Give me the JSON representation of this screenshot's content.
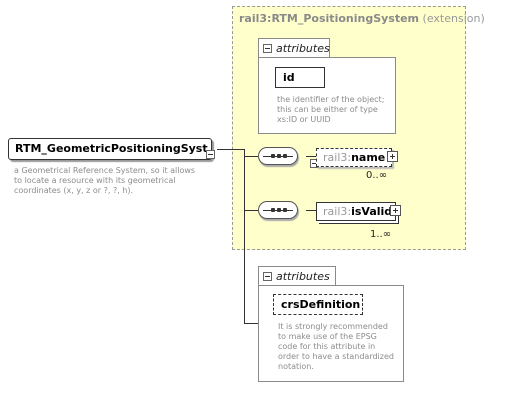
{
  "extension": {
    "title_name": "rail3:RTM_PositioningSystem",
    "title_suffix": "(extension)",
    "attributes_label": "attributes",
    "attribute": {
      "name": "id",
      "description": [
        "the identifier of the object;",
        "this can be either of type",
        "xs:ID or UUID"
      ]
    },
    "elements": [
      {
        "prefix": "rail3:",
        "name": "name",
        "cardinality": "0..∞",
        "optional": true
      },
      {
        "prefix": "rail3:",
        "name": "isValid",
        "cardinality": "1..∞",
        "optional": false
      }
    ]
  },
  "root": {
    "name": "RTM_GeometricPositioningSyst...",
    "description": [
      "a Geometrical Reference System, so it allows",
      "to locate a resource with its geometrical",
      "coordinates (x, y, z or ?, ?, h)."
    ]
  },
  "own_attributes": {
    "label": "attributes",
    "attribute": {
      "name": "crsDefinition",
      "description": [
        "It is strongly recommended",
        "to make use of the EPSG",
        "code for this attribute in",
        "order to have a standardized",
        "notation."
      ]
    }
  }
}
